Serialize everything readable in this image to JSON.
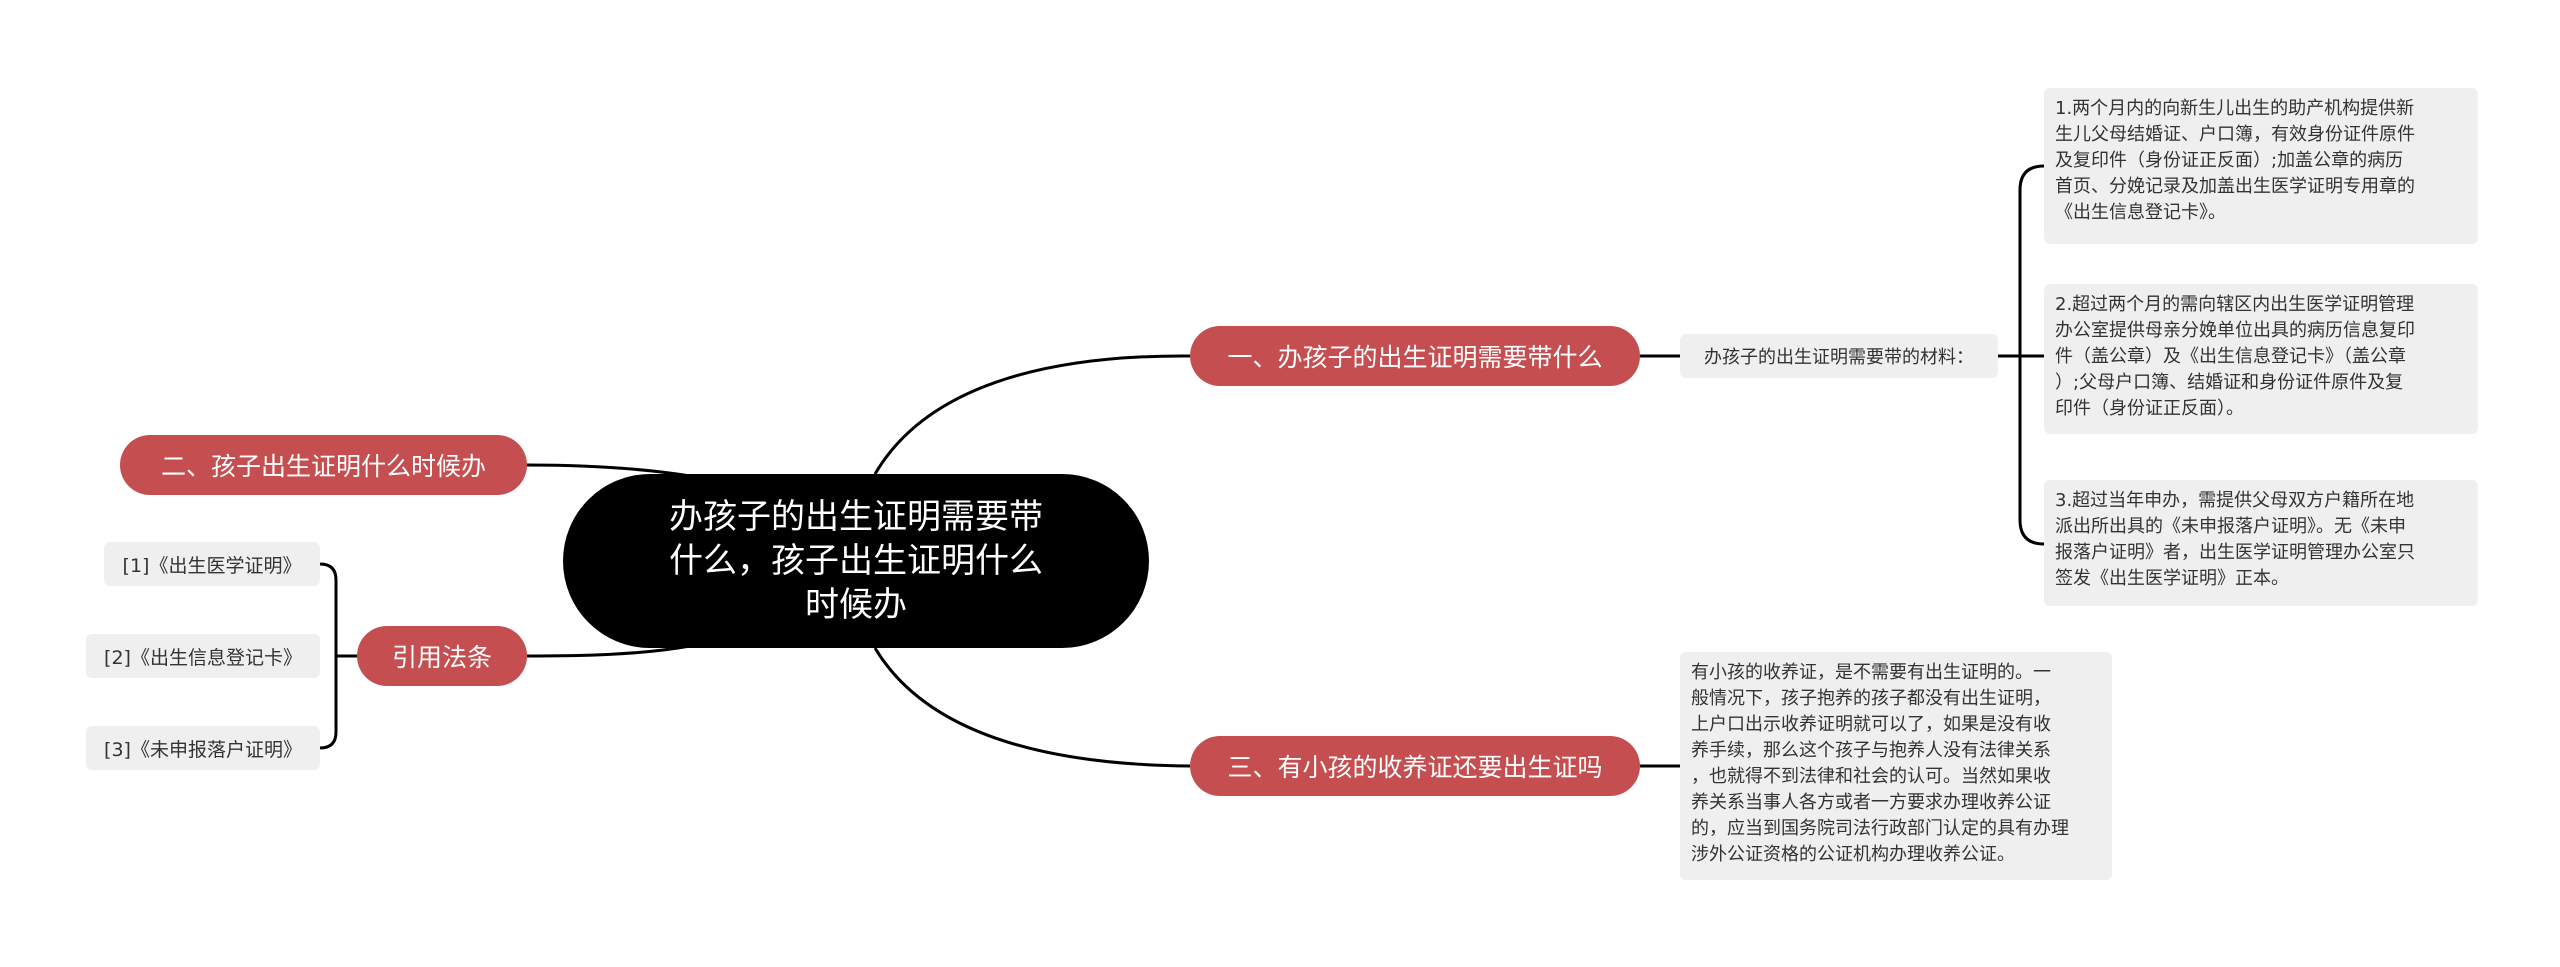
{
  "central": {
    "lines": [
      "办孩子的出生证明需要带",
      "什么，孩子出生证明什么",
      "时候办"
    ]
  },
  "branches": {
    "b1": "一、办孩子的出生证明需要带什么",
    "b2": "二、孩子出生证明什么时候办",
    "b3": "三、有小孩的收养证还要出生证吗",
    "b4": "引用法条"
  },
  "materials_label": "办孩子的出生证明需要带的材料：",
  "materials": [
    {
      "lines": [
        "1.两个月内的向新生儿出生的助产机构提供新",
        "生儿父母结婚证、户口簿，有效身份证件原件",
        "及复印件（身份证正反面）;加盖公章的病历",
        "首页、分娩记录及加盖出生医学证明专用章的",
        "《出生信息登记卡》。"
      ]
    },
    {
      "lines": [
        "2.超过两个月的需向辖区内出生医学证明管理",
        "办公室提供母亲分娩单位出具的病历信息复印",
        "件（盖公章）及《出生信息登记卡》（盖公章",
        "）;父母户口簿、结婚证和身份证件原件及复",
        "印件（身份证正反面）。"
      ]
    },
    {
      "lines": [
        "3.超过当年申办，需提供父母双方户籍所在地",
        "派出所出具的《未申报落户证明》。无《未申",
        "报落户证明》者，出生医学证明管理办公室只",
        "签发《出生医学证明》正本。"
      ]
    }
  ],
  "adoption": {
    "lines": [
      "有小孩的收养证，是不需要有出生证明的。一",
      "般情况下，孩子抱养的孩子都没有出生证明，",
      "上户口出示收养证明就可以了，如果是没有收",
      "养手续，那么这个孩子与抱养人没有法律关系",
      "，也就得不到法律和社会的认可。当然如果收",
      "养关系当事人各方或者一方要求办理收养公证",
      "的，应当到国务院司法行政部门认定的具有办理",
      "涉外公证资格的公证机构办理收养公证。"
    ]
  },
  "references": [
    "[1]《出生医学证明》",
    "[2]《出生信息登记卡》",
    "[3]《未申报落户证明》"
  ],
  "colors": {
    "central_bg": "#000000",
    "branch_bg": "#c44e50",
    "leaf_bg": "#efefef",
    "line": "#000000"
  }
}
